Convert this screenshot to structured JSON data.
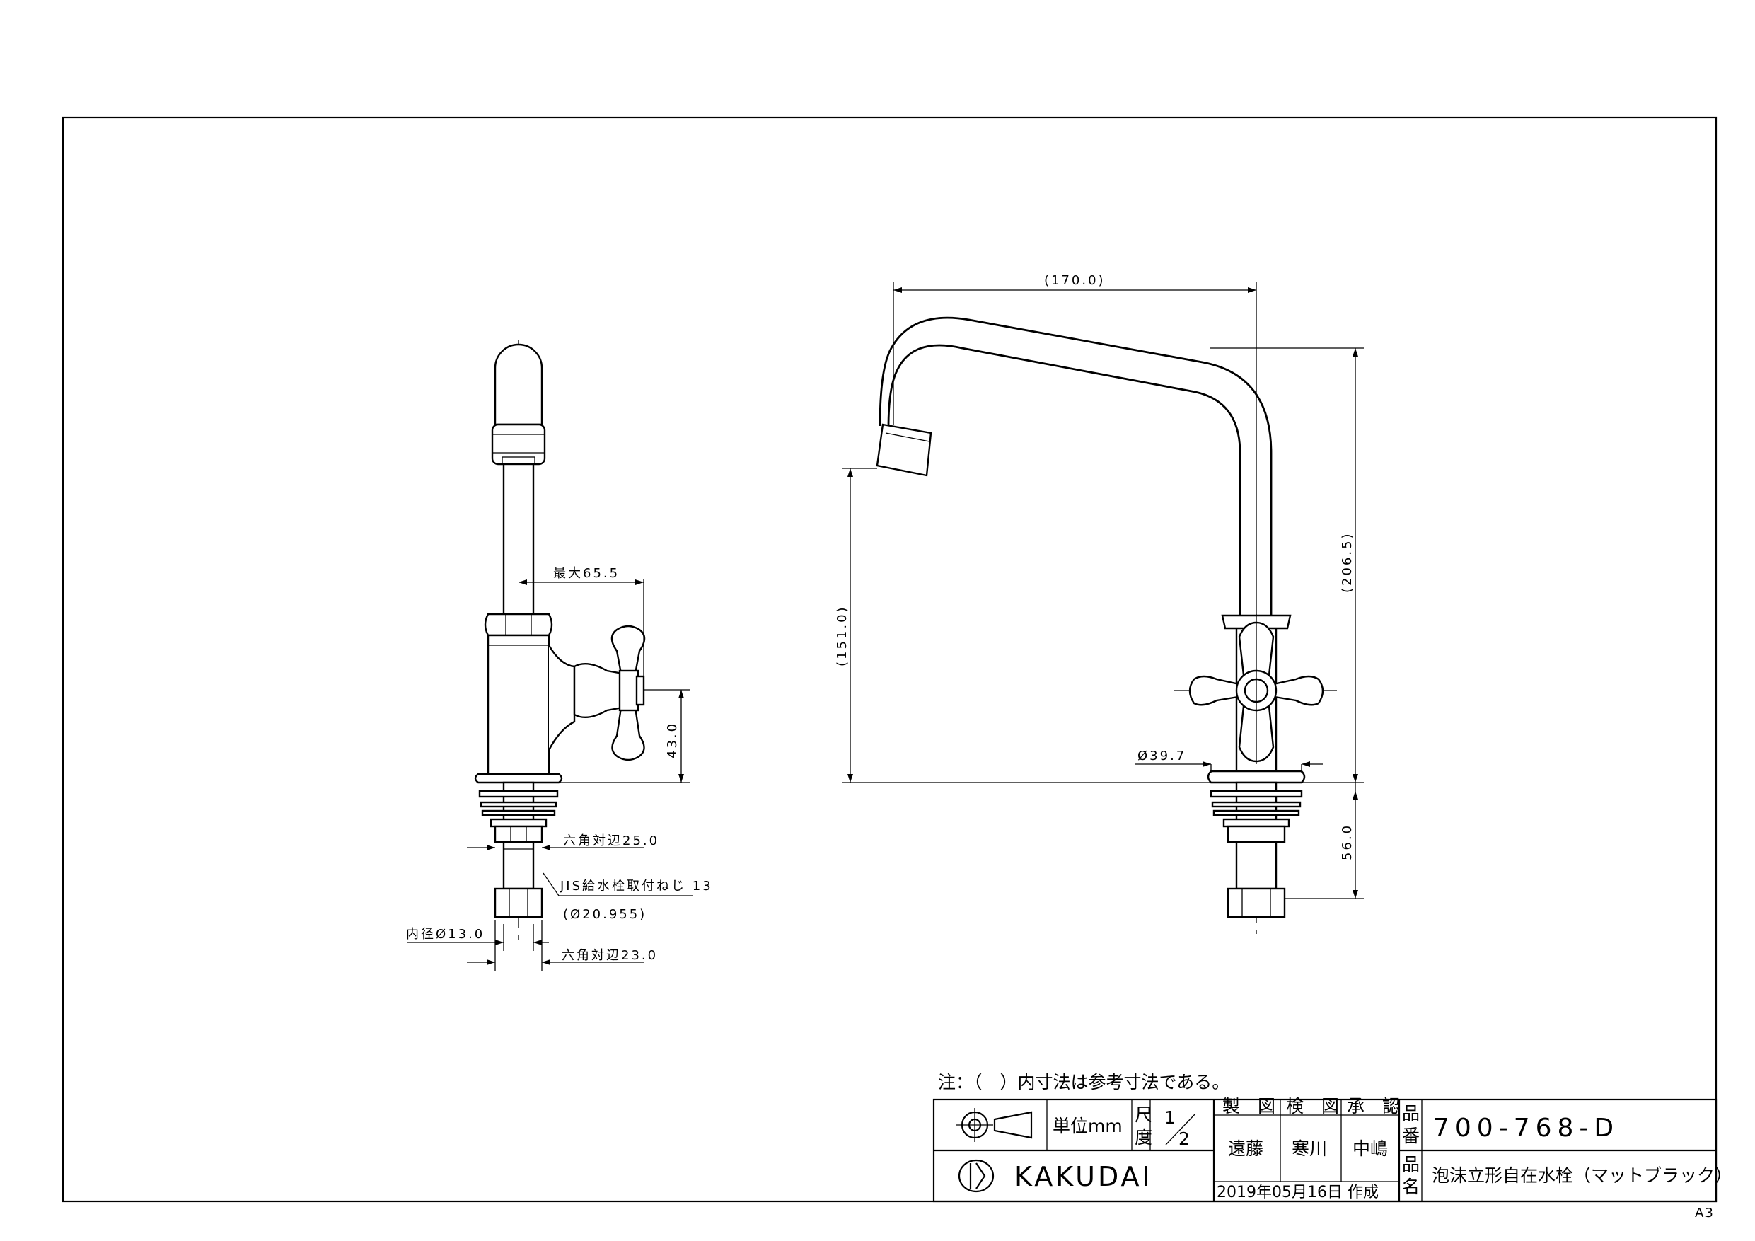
{
  "drawing": {
    "side_view": {
      "dim_max_width": "最大65.5",
      "dim_handle_height": "43.0",
      "dim_hex_upper": "六角対辺25.0",
      "dim_thread": "JIS給水栓取付ねじ 13",
      "dim_thread_dia": "(Ø20.955)",
      "dim_inner_dia": "内径Ø13.0",
      "dim_hex_lower": "六角対辺23.0"
    },
    "front_view": {
      "dim_reach": "(170.0)",
      "dim_spout_height": "(151.0)",
      "dim_total_height": "(206.5)",
      "dim_base_dia": "Ø39.7",
      "dim_shank": "56.0"
    }
  },
  "title_block": {
    "note": "注：（　）内寸法は参考寸法である。",
    "unit_label": "単位mm",
    "scale_label_1": "尺",
    "scale_label_2": "度",
    "scale_num": "1",
    "scale_den": "2",
    "role_drawn": "製　図",
    "role_checked": "検　図",
    "role_approved": "承　認",
    "name_drawn": "遠藤",
    "name_checked": "寒川",
    "name_approved": "中嶋",
    "date": "2019年05月16日 作成",
    "part_no_label_1": "品",
    "part_no_label_2": "番",
    "part_no": "700-768-D",
    "part_name_label_1": "品",
    "part_name_label_2": "名",
    "part_name": "泡沫立形自在水栓（マットブラック）",
    "brand": "KAKUDAI"
  },
  "sheet_size": "A3"
}
